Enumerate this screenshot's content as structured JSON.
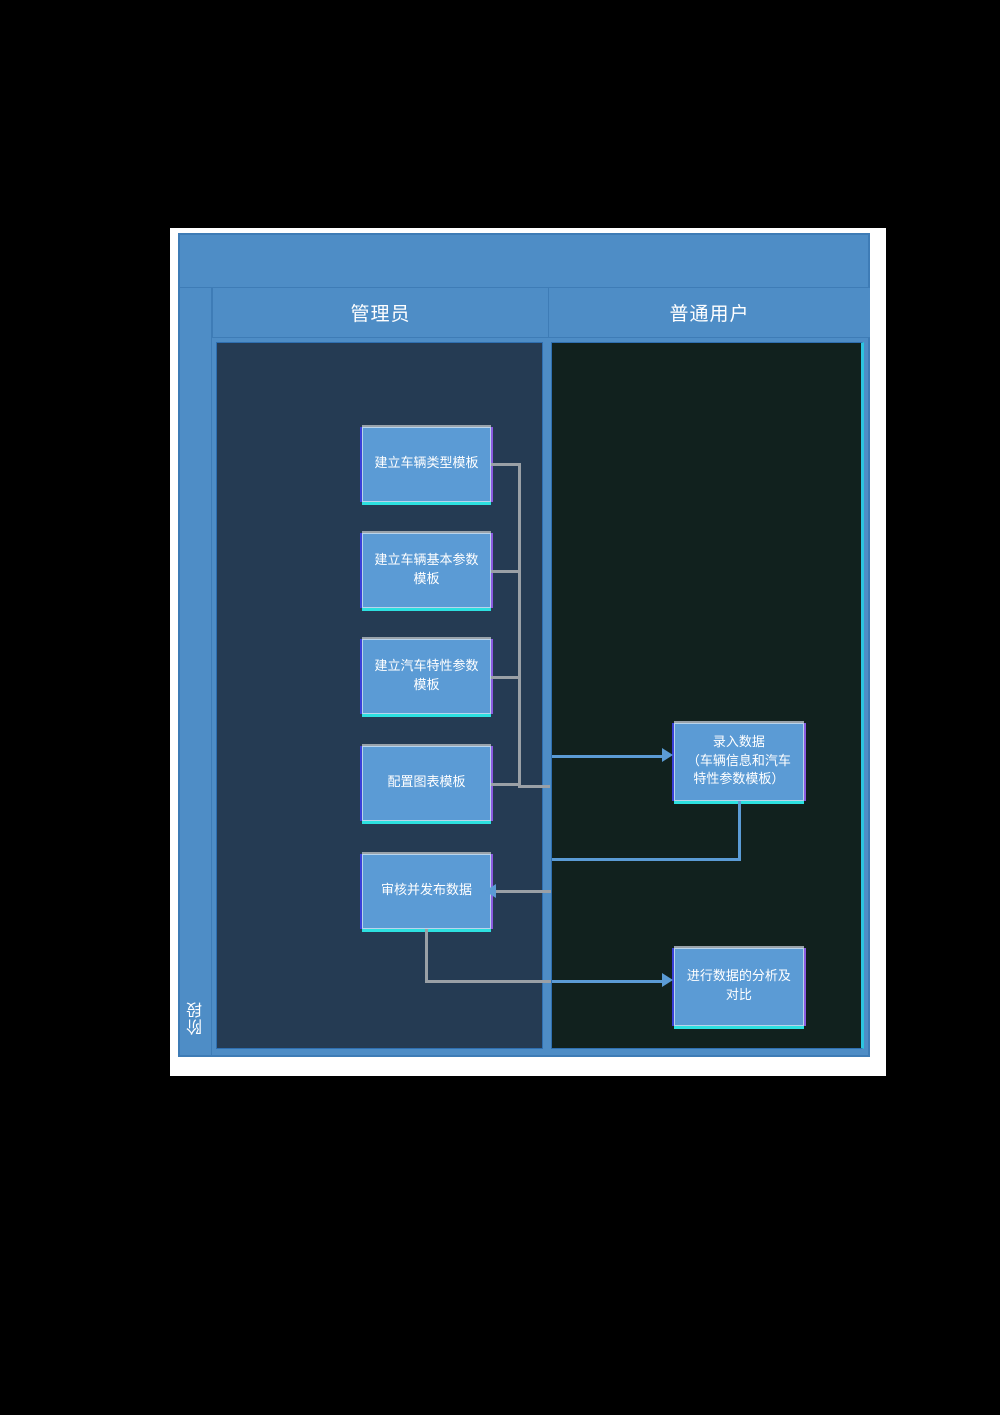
{
  "diagram": {
    "type": "swimlane-flowchart",
    "phase_label": "阶段",
    "title_band_text": "",
    "lanes": [
      {
        "id": "admin",
        "label": "管理员"
      },
      {
        "id": "user",
        "label": "普通用户"
      }
    ],
    "tasks": [
      {
        "id": "t1",
        "lane": "admin",
        "label": "建立车辆类型模板"
      },
      {
        "id": "t2",
        "lane": "admin",
        "label": "建立车辆基本参数\n模板"
      },
      {
        "id": "t3",
        "lane": "admin",
        "label": "建立汽车特性参数\n模板"
      },
      {
        "id": "t4",
        "lane": "admin",
        "label": "配置图表模板"
      },
      {
        "id": "t5",
        "lane": "admin",
        "label": "审核并发布数据"
      },
      {
        "id": "t6",
        "lane": "user",
        "label": "录入数据\n（车辆信息和汽车\n特性参数模板）"
      },
      {
        "id": "t7",
        "lane": "user",
        "label": "进行数据的分析及\n对比"
      }
    ],
    "connections": [
      {
        "from": "t1",
        "to": "t6",
        "direction": "right"
      },
      {
        "from": "t2",
        "to": "t6",
        "direction": "right"
      },
      {
        "from": "t3",
        "to": "t6",
        "direction": "right"
      },
      {
        "from": "t4",
        "to": "t6",
        "direction": "right"
      },
      {
        "from": "t6",
        "to": "t5",
        "direction": "left"
      },
      {
        "from": "t5",
        "to": "t7",
        "direction": "right"
      }
    ],
    "colors": {
      "pool_header": "#4E8DC6",
      "pool_border": "#3E7CB6",
      "lane_admin_bg": "#253B53",
      "lane_user_bg": "#11211E",
      "task_fill": "#5B9BD5",
      "task_inner_border": "#B9D4EC",
      "connector": "#9AA0A6",
      "arrow": "#5B9BD5",
      "text": "#FFFFFF",
      "canvas": "#000000",
      "sheet": "#FFFFFF"
    }
  }
}
